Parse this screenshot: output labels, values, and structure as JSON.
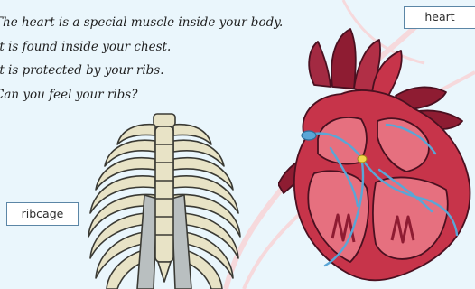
{
  "text": {
    "lines": [
      "The heart is a special muscle inside your body.",
      "It is found inside your chest.",
      "It is protected by your ribs.",
      "Can you feel your ribs?"
    ]
  },
  "labels": {
    "heart": "heart",
    "ribcage": "ribcage"
  },
  "colors": {
    "background": "#eaf6fc",
    "label_border": "#5b86a6",
    "heart_red": "#c7344a",
    "heart_dark": "#8e1c32",
    "heart_light": "#e6707f",
    "vessel_blue": "#5aa6d6",
    "bone": "#e8e3c6",
    "bone_outline": "#3a3a34",
    "cartilage": "#b9bfc0"
  },
  "icons": {
    "heart": "heart-anatomy-icon",
    "ribcage": "ribcage-icon"
  }
}
